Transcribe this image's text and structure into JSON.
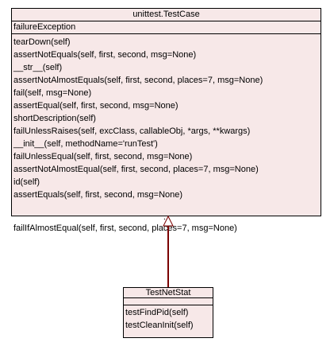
{
  "unittest_testcase": {
    "title": "unittest.TestCase",
    "attributes": [
      "failureException"
    ],
    "methods_a": [
      "tearDown(self)",
      "assertNotEquals(self, first, second, msg=None)",
      "__str__(self)",
      "assertNotAlmostEquals(self, first, second, places=7, msg=None)",
      "fail(self, msg=None)",
      "assertEqual(self, first, second, msg=None)",
      "shortDescription(self)",
      "failUnlessRaises(self, excClass, callableObj, *args, **kwargs)",
      "__init__(self, methodName='runTest')",
      "failUnlessEqual(self, first, second, msg=None)",
      "assertNotAlmostEqual(self, first, second, places=7, msg=None)",
      "id(self)",
      "assertEquals(self, first, second, msg=None)"
    ],
    "ellipsis": "...",
    "methods_b": [
      "failIfAlmostEqual(self, first, second, places=7, msg=None)"
    ]
  },
  "testnetstat": {
    "title": "TestNetStat",
    "methods": [
      "testFindPid(self)",
      "testCleanInit(self)"
    ]
  },
  "colors": {
    "class_fill": "#f7e8e8",
    "inheritance_arrow": "#7a0000"
  }
}
